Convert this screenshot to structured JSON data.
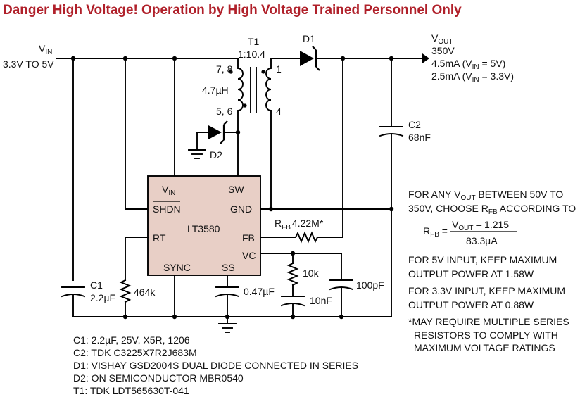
{
  "title": "Danger High Voltage! Operation by High Voltage Trained Personnel Only",
  "colors": {
    "title": "#b0202a",
    "chip_fill": "#e8cfc6",
    "wire": "#000000"
  },
  "input": {
    "label": "V",
    "label_sub": "IN",
    "range": "3.3V TO 5V"
  },
  "output": {
    "label": "V",
    "label_sub": "OUT",
    "voltage": "350V",
    "line1_pre": "4.5mA (V",
    "line1_sub": "IN",
    "line1_post": " = 5V)",
    "line2_pre": "2.5mA (V",
    "line2_sub": "IN",
    "line2_post": " = 3.3V)"
  },
  "transformer": {
    "ref": "T1",
    "ratio": "1:10.4",
    "pins_primary_top": "7, 8",
    "pins_primary_bottom": "5, 6",
    "inductance": "4.7µH",
    "pin_secondary_top": "1",
    "pin_secondary_bottom": "4"
  },
  "diodes": {
    "d1": "D1",
    "d2": "D2"
  },
  "chip": {
    "name": "LT3580",
    "pin_vin": "V",
    "pin_vin_sub": "IN",
    "pin_sw": "SW",
    "pin_shdn": "SHDN",
    "pin_gnd": "GND",
    "pin_rt": "RT",
    "pin_fb": "FB",
    "pin_vc": "VC",
    "pin_sync": "SYNC",
    "pin_ss": "SS"
  },
  "components": {
    "c1_ref": "C1",
    "c1_value": "2.2µF",
    "c2_ref": "C2",
    "c2_value": "68nF",
    "r_rt": "464k",
    "c_ss": "0.47µF",
    "r_vc": "10k",
    "c_vc": "10nF",
    "c_vc2": "100pF",
    "rfb_ref": "R",
    "rfb_sub": "FB",
    "rfb_value": "4.22M*"
  },
  "notes": {
    "line1_pre": "FOR ANY V",
    "line1_sub": "OUT",
    "line1_post": " BETWEEN 50V TO",
    "line2_pre": "350V, CHOOSE R",
    "line2_sub": "FB",
    "line2_post": " ACCORDING TO",
    "formula_lhs": "R",
    "formula_lhs_sub": "FB",
    "formula_eq": " =",
    "formula_num_pre": "V",
    "formula_num_sub": "OUT",
    "formula_num_post": " – 1.215",
    "formula_den": "83.3µA",
    "line3": "FOR 5V INPUT, KEEP MAXIMUM",
    "line4": "OUTPUT POWER AT 1.58W",
    "line5": "FOR 3.3V INPUT, KEEP MAXIMUM",
    "line6": "OUTPUT POWER AT 0.88W",
    "line7": "*MAY REQUIRE MULTIPLE SERIES",
    "line8": "RESISTORS TO COMPLY WITH",
    "line9": "MAXIMUM VOLTAGE RATINGS"
  },
  "bom": [
    "C1: 2.2µF, 25V, X5R, 1206",
    "C2: TDK C3225X7R2J683M",
    "D1: VISHAY GSD2004S DUAL DIODE CONNECTED IN SERIES",
    "D2: ON SEMICONDUCTOR MBR0540",
    "T1: TDK LDT565630T-041"
  ]
}
